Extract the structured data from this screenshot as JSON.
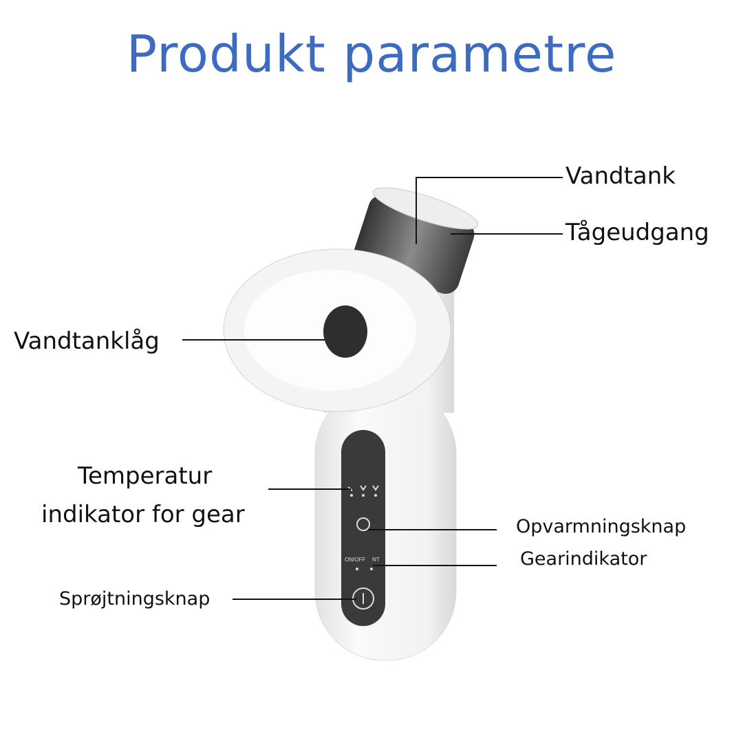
{
  "title": "Produkt parametre",
  "labels": {
    "water_tank": "Vandtank",
    "mist_outlet": "Tågeudgang",
    "tank_lid": "Vandtanklåg",
    "temp_indicator_line1": "Temperatur",
    "temp_indicator_line2": "indikator for gear",
    "heating_button": "Opvarmningsknap",
    "gear_indicator": "Gearindikator",
    "spray_button": "Sprøjtningsknap"
  },
  "device_panel": {
    "on_off": "ON/OFF",
    "nt": "NT"
  },
  "colors": {
    "title": "#3d6bbf",
    "panel": "#3a3a3c"
  }
}
